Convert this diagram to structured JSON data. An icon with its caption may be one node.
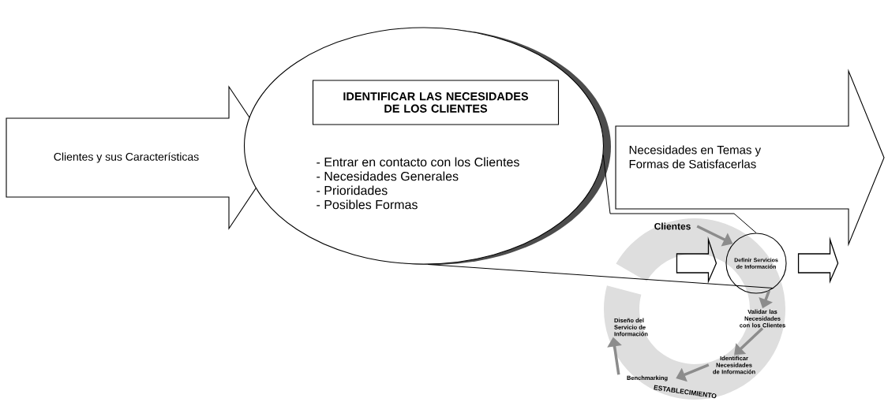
{
  "diagram": {
    "nodes": [
      {
        "text": [
          "Clientes y sus Características"
        ]
      },
      {
        "text": [
          "- Entrar en contacto con los Clientes",
          "- Necesidades Generales",
          "- Prioridades",
          "- Posibles Formas"
        ]
      },
      {
        "text": [
          "IDENTIFICAR LAS NECESIDADES DE LOS CLIENTES"
        ],
        "in": 1
      },
      {
        "text": [
          "Necesidades en Temas y Formas de Satisfacerlas"
        ]
      },
      {
        "text": [
          "Definir Servicios de Información"
        ]
      },
      {
        "text": [
          "Clientes"
        ]
      },
      {
        "text": [
          "Validar las Necesidades con los Clientes"
        ]
      },
      {
        "text": [
          "Identificar Necesidades de Información"
        ]
      },
      {
        "text": [
          "Benchmarking"
        ]
      },
      {
        "text": [
          "Diseño del Servicio de Información"
        ]
      }
    ],
    "edges": [
      {
        "from": 1,
        "to": 4,
        "arrow": "none",
        "color": "#000000"
      },
      {
        "from": 1,
        "to": 4,
        "arrow": "none",
        "color": "#000000"
      },
      {
        "from": null,
        "to": 4,
        "arrow": "to",
        "color": "#000000"
      },
      {
        "from": 4,
        "to": null,
        "arrow": "to",
        "color": "#000000"
      },
      {
        "from": 5,
        "to": 4,
        "arrow": "to"
      },
      {
        "from": 4,
        "to": 6,
        "arrow": "to"
      },
      {
        "from": 6,
        "to": 7,
        "arrow": "to"
      },
      {
        "from": 7,
        "to": 8,
        "arrow": "to"
      },
      {
        "from": 8,
        "to": 9,
        "arrow": "to"
      }
    ],
    "labels": [
      "ESTABLECIMIENTO"
    ]
  }
}
